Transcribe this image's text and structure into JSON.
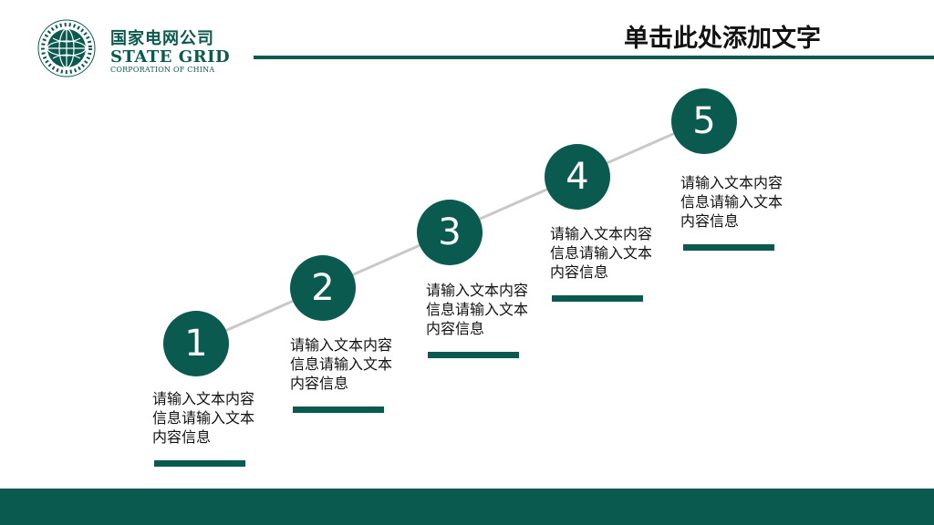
{
  "header": {
    "logo_cn": "国家电网公司",
    "logo_en": "STATE GRID",
    "logo_sub": "CORPORATION OF CHINA",
    "title": "单击此处添加文字"
  },
  "steps": [
    {
      "number": "1",
      "text": "请输入文本内容信息请输入文本内容信息"
    },
    {
      "number": "2",
      "text": "请输入文本内容信息请输入文本内容信息"
    },
    {
      "number": "3",
      "text": "请输入文本内容信息请输入文本内容信息"
    },
    {
      "number": "4",
      "text": "请输入文本内容信息请输入文本内容信息"
    },
    {
      "number": "5",
      "text": "请输入文本内容信息请输入文本内容信息"
    }
  ],
  "colors": {
    "accent": "#0b5a4f",
    "connector": "#c8c8c8",
    "background": "#ffffff"
  },
  "icons": {
    "logo": "state-grid-globe-logo"
  }
}
